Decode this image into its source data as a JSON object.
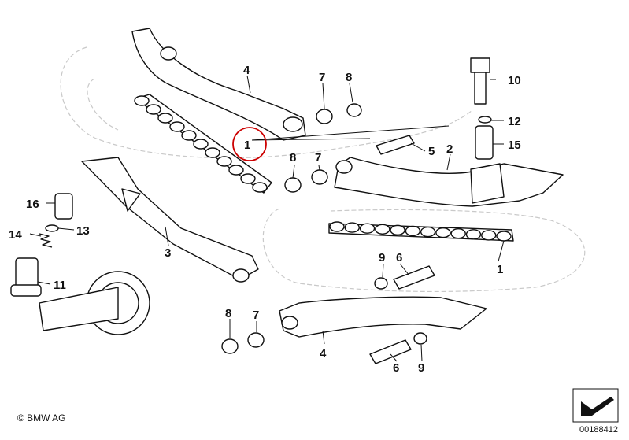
{
  "diagram": {
    "callouts": [
      {
        "id": "c-4a",
        "label": "4"
      },
      {
        "id": "c-7a",
        "label": "7"
      },
      {
        "id": "c-8a",
        "label": "8"
      },
      {
        "id": "c-10",
        "label": "10"
      },
      {
        "id": "c-1a",
        "label": "1"
      },
      {
        "id": "c-12",
        "label": "12"
      },
      {
        "id": "c-5",
        "label": "5"
      },
      {
        "id": "c-2",
        "label": "2"
      },
      {
        "id": "c-15",
        "label": "15"
      },
      {
        "id": "c-8b",
        "label": "8"
      },
      {
        "id": "c-7b",
        "label": "7"
      },
      {
        "id": "c-16",
        "label": "16"
      },
      {
        "id": "c-14",
        "label": "14"
      },
      {
        "id": "c-13",
        "label": "13"
      },
      {
        "id": "c-3",
        "label": "3"
      },
      {
        "id": "c-9a",
        "label": "9"
      },
      {
        "id": "c-6a",
        "label": "6"
      },
      {
        "id": "c-1b",
        "label": "1"
      },
      {
        "id": "c-11",
        "label": "11"
      },
      {
        "id": "c-8c",
        "label": "8"
      },
      {
        "id": "c-7c",
        "label": "7"
      },
      {
        "id": "c-4b",
        "label": "4"
      },
      {
        "id": "c-6b",
        "label": "6"
      },
      {
        "id": "c-9b",
        "label": "9"
      }
    ],
    "highlight_color": "#cc0000",
    "copyright": "© BMW AG",
    "figure_ref": "00188412"
  }
}
